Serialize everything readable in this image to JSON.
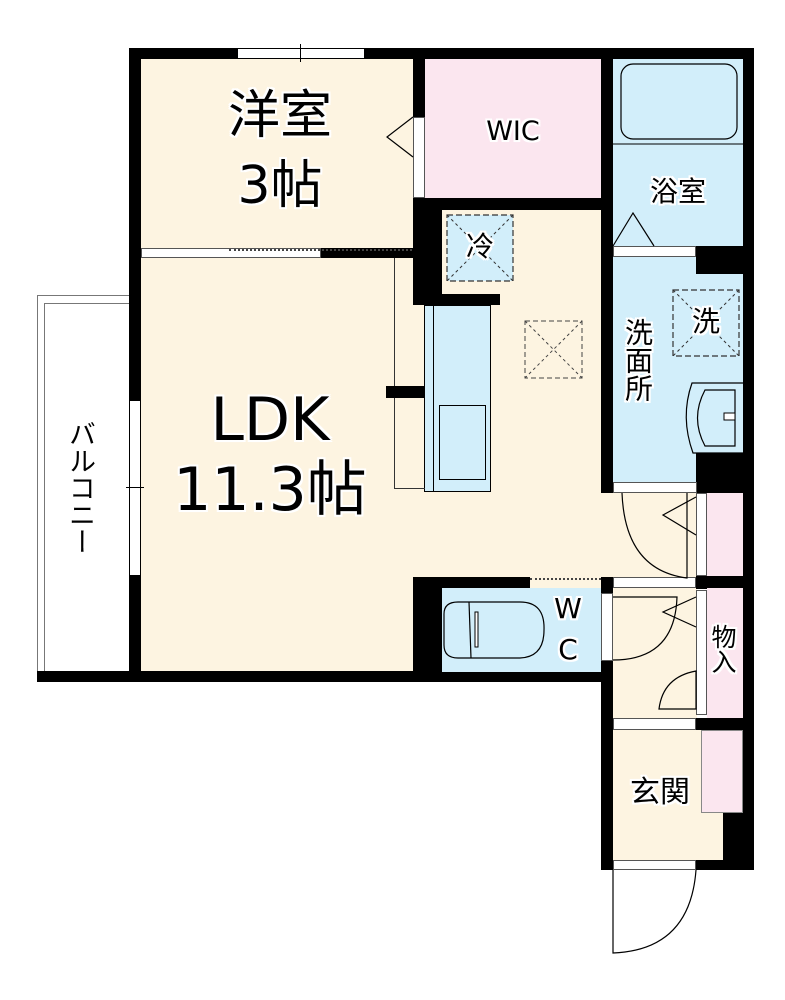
{
  "floorplan": {
    "rooms": {
      "western_room": {
        "name": "洋室",
        "size": "3帖"
      },
      "wic": {
        "name": "WIC"
      },
      "bath": {
        "name": "浴室"
      },
      "ldk": {
        "name": "LDK",
        "size": "11.3帖"
      },
      "washroom": {
        "name": "洗面所"
      },
      "balcony": {
        "name": "バルコニー"
      },
      "wc": {
        "line1": "W",
        "line2": "C"
      },
      "storage": {
        "name": "物入"
      },
      "entrance": {
        "name": "玄関"
      }
    },
    "fixtures": {
      "fridge": "冷",
      "washer": "洗"
    },
    "colors": {
      "living": "#fdf4e1",
      "closet": "#fbe6ef",
      "wet_area": "#d2eefa",
      "wall": "#000000"
    }
  }
}
